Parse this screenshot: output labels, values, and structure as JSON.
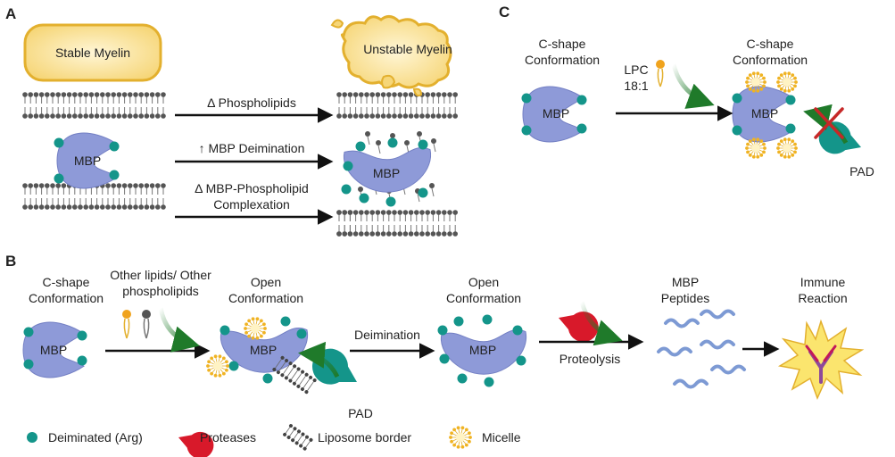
{
  "panels": {
    "a": "A",
    "b": "B",
    "c": "C"
  },
  "panel_a": {
    "stable_myelin": "Stable Myelin",
    "unstable_myelin": "Unstable Myelin",
    "arrow1": "Δ Phospholipids",
    "arrow2": "↑ MBP Deimination",
    "arrow3_line1": "Δ MBP-Phospholipid",
    "arrow3_line2": "Complexation",
    "mbp": "MBP"
  },
  "panel_c": {
    "left_line1": "C-shape",
    "left_line2": "Conformation",
    "right_line1": "C-shape",
    "right_line2": "Conformation",
    "lpc_line1": "LPC",
    "lpc_line2": "18:1",
    "pad": "PAD",
    "mbp": "MBP"
  },
  "panel_b": {
    "step1_line1": "C-shape",
    "step1_line2": "Conformation",
    "lipids_line1": "Other lipids/ Other",
    "lipids_line2": "phospholipids",
    "step2_line1": "Open",
    "step2_line2": "Conformation",
    "deimination": "Deimination",
    "step3_line1": "Open",
    "step3_line2": "Conformation",
    "proteolysis": "Proteolysis",
    "step4_line1": "MBP",
    "step4_line2": "Peptides",
    "step5_line1": "Immune",
    "step5_line2": "Reaction",
    "pad": "PAD",
    "mbp": "MBP"
  },
  "legend": {
    "deiminated": "Deiminated (Arg)",
    "proteases": "Proteases",
    "liposome": "Liposome border",
    "micelle": "Micelle"
  },
  "colors": {
    "mbp_fill": "#8e9ad8",
    "deiminated_dot": "#14958a",
    "protease_red": "#d8192a",
    "myelin_yellow": "#fbe39a",
    "myelin_border": "#e3b02e",
    "membrane_gray": "#555555",
    "arrow_green": "#1f7a2a",
    "immune_burst": "#fbe56e"
  }
}
